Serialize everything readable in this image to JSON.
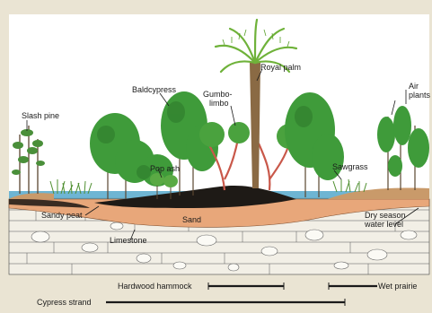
{
  "labels": {
    "royal_palm": "Royal palm",
    "baldcypress": "Baldcypress",
    "gumbo_limbo_1": "Gumbo-",
    "gumbo_limbo_2": "limbo",
    "air_plants_1": "Air",
    "air_plants_2": "plants",
    "slash_pine": "Slash pine",
    "pop_ash": "Pop ash",
    "sawgrass": "Sawgrass",
    "sandy_peat": "Sandy peat",
    "sand": "Sand",
    "dry_season_1": "Dry season",
    "dry_season_2": "water level",
    "limestone": "Limestone",
    "hardwood_hammock": "Hardwood hammock",
    "wet_prairie": "Wet prairie",
    "cypress_strand": "Cypress strand"
  },
  "colors": {
    "background": "#eae4d3",
    "sky": "#ffffff",
    "sand": "#e8a77a",
    "peat": "#1e1a16",
    "limestone": "#f2efe6",
    "foliage": "#3f9b3a",
    "palm": "#6fb23a",
    "trunk": "#8a6a44",
    "water": "#4aa3c8",
    "gumbo_limbo_bark": "#c9584a"
  }
}
